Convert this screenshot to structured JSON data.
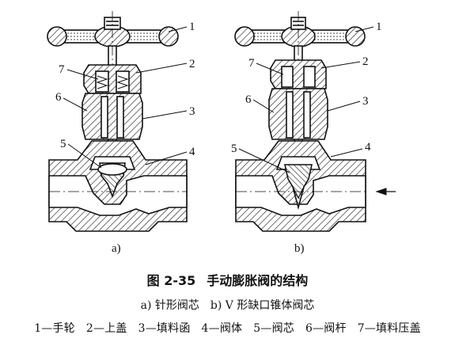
{
  "figure": {
    "number": "图 2-35",
    "title": "手动膨胀阀的结构",
    "panel_a": "a)",
    "panel_b": "b)",
    "subcaption_a": "a) 针形阀芯",
    "subcaption_b": "b) V 形缺口锥体阀芯",
    "callouts": [
      "1",
      "2",
      "3",
      "4",
      "5",
      "6",
      "7"
    ],
    "legend": [
      "1—手轮",
      "2—上盖",
      "3—填料函",
      "4—阀体",
      "5—阀芯",
      "6—阀杆",
      "7—填料压盖"
    ]
  },
  "colors": {
    "ink": "#111111",
    "hatch": "#222222",
    "paper": "#ffffff"
  },
  "icons": [
    "handwheel",
    "valve-stem",
    "flow-arrow"
  ]
}
